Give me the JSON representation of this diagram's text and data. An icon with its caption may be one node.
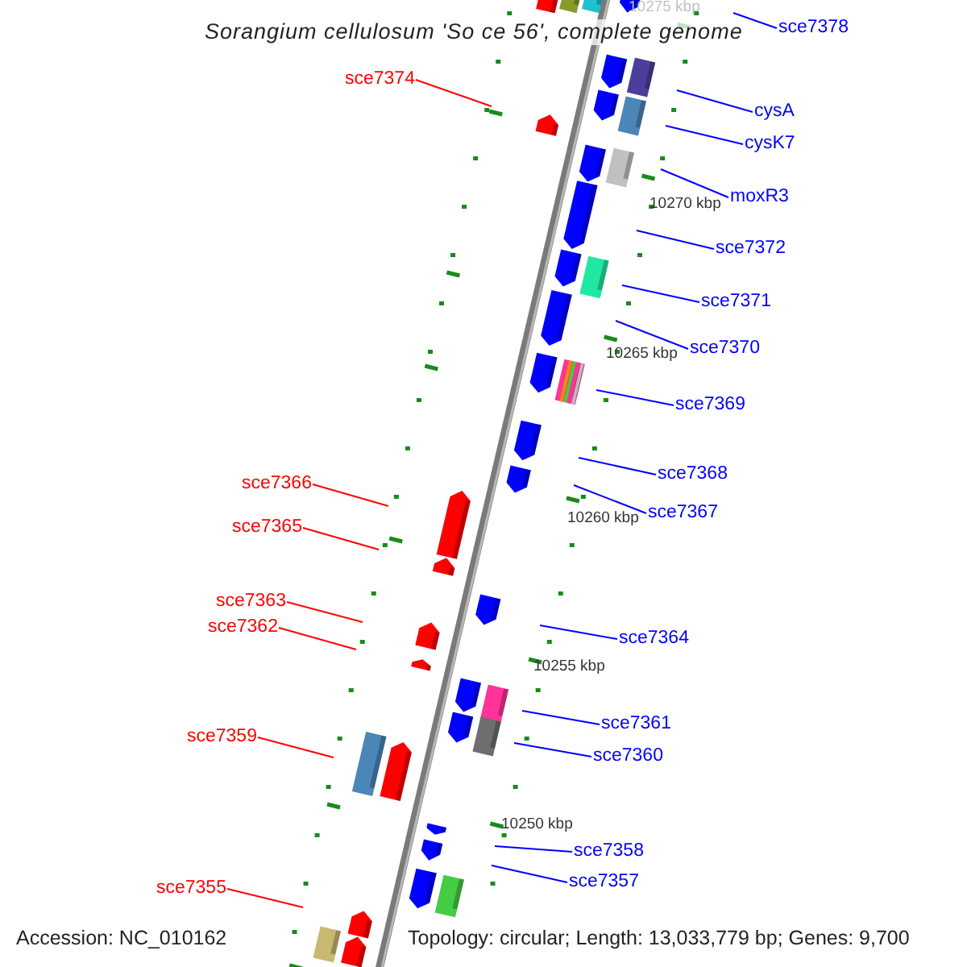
{
  "diagram": {
    "title": "Sorangium cellulosum 'So ce 56', complete genome",
    "nodes": [
      {
        "text": [
          "sce7378"
        ]
      },
      {
        "text": [
          "sce7374"
        ]
      },
      {
        "text": [
          "cysA"
        ]
      },
      {
        "text": [
          "cysK7"
        ]
      },
      {
        "text": [
          "moxR3"
        ]
      },
      {
        "text": [
          "sce7372"
        ]
      },
      {
        "text": [
          "sce7371"
        ]
      },
      {
        "text": [
          "sce7370"
        ]
      },
      {
        "text": [
          "sce7369"
        ]
      },
      {
        "text": [
          "sce7368"
        ]
      },
      {
        "text": [
          "sce7366"
        ]
      },
      {
        "text": [
          "sce7367"
        ]
      },
      {
        "text": [
          "sce7365"
        ]
      },
      {
        "text": [
          "sce7363"
        ]
      },
      {
        "text": [
          "sce7362"
        ]
      },
      {
        "text": [
          "sce7364"
        ]
      },
      {
        "text": [
          "sce7361"
        ]
      },
      {
        "text": [
          "sce7359"
        ]
      },
      {
        "text": [
          "sce7360"
        ]
      },
      {
        "text": [
          "sce7358"
        ]
      },
      {
        "text": [
          "sce7357"
        ]
      },
      {
        "text": [
          "sce7355"
        ]
      }
    ],
    "edges": [
      {
        "from": 0,
        "to": null,
        "arrow": "none"
      },
      {
        "from": 1,
        "to": null,
        "arrow": "none",
        "color": "#ff0000"
      },
      {
        "from": 2,
        "to": null,
        "arrow": "none"
      },
      {
        "from": 3,
        "to": null,
        "arrow": "none"
      },
      {
        "from": 4,
        "to": null,
        "arrow": "none"
      },
      {
        "from": 5,
        "to": null,
        "arrow": "none"
      },
      {
        "from": 6,
        "to": null,
        "arrow": "none"
      },
      {
        "from": 7,
        "to": null,
        "arrow": "none"
      },
      {
        "from": 8,
        "to": null,
        "arrow": "none"
      },
      {
        "from": 9,
        "to": null,
        "arrow": "none"
      },
      {
        "from": 10,
        "to": null,
        "arrow": "none",
        "color": "#ff0000"
      },
      {
        "from": 11,
        "to": null,
        "arrow": "none"
      },
      {
        "from": 12,
        "to": null,
        "arrow": "none",
        "color": "#ff0000"
      },
      {
        "from": 13,
        "to": null,
        "arrow": "none",
        "color": "#ff0000"
      },
      {
        "from": 14,
        "to": null,
        "arrow": "none",
        "color": "#ff0000"
      },
      {
        "from": 15,
        "to": null,
        "arrow": "none"
      },
      {
        "from": 16,
        "to": null,
        "arrow": "none"
      },
      {
        "from": 17,
        "to": null,
        "arrow": "none",
        "color": "#ff0000"
      },
      {
        "from": 18,
        "to": null,
        "arrow": "none"
      },
      {
        "from": 19,
        "to": null,
        "arrow": "none"
      },
      {
        "from": 20,
        "to": null,
        "arrow": "none"
      },
      {
        "from": 21,
        "to": null,
        "arrow": "none",
        "color": "#ff0000"
      }
    ],
    "labels": [
      "10275 kbp",
      "10270 kbp",
      "10265 kbp",
      "10260 kbp",
      "10255 kbp",
      "10250 kbp",
      "Accession: NC_010162",
      "Topology: circular; Length: 13,033,779 bp; Genes: 9,700"
    ]
  }
}
